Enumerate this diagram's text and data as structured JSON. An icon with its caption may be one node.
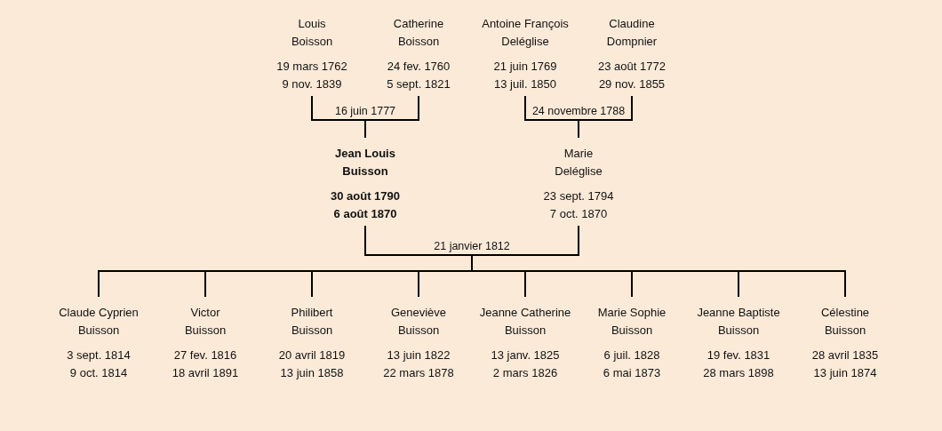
{
  "diagram": {
    "nodes": [
      {
        "text": [
          "Louis Boisson",
          "19 mars 1762",
          "9 nov. 1839"
        ]
      },
      {
        "text": [
          "Catherine Boisson",
          "24 fev. 1760",
          "5 sept. 1821"
        ]
      },
      {
        "text": [
          "Antoine François Deléglise",
          "21 juin 1769",
          "13 juil. 1850"
        ]
      },
      {
        "text": [
          "Claudine Dompnier",
          "23 août 1772",
          "29 nov. 1855"
        ]
      },
      {
        "text": [
          "Jean Louis Buisson",
          "30 août 1790",
          "6 août 1870"
        ]
      },
      {
        "text": [
          "Marie Deléglise",
          "23 sept. 1794",
          "7 oct. 1870"
        ]
      },
      {
        "text": [
          "Claude Cyprien Buisson",
          "3 sept. 1814",
          "9 oct. 1814"
        ]
      },
      {
        "text": [
          "Victor Buisson",
          "27 fev. 1816",
          "18 avril 1891"
        ]
      },
      {
        "text": [
          "Philibert Buisson",
          "20 avril 1819",
          "13 juin 1858"
        ]
      },
      {
        "text": [
          "Geneviève Buisson",
          "13 juin 1822",
          "22 mars 1878"
        ]
      },
      {
        "text": [
          "Jeanne Catherine Buisson",
          "13 janv. 1825",
          "2 mars 1826"
        ]
      },
      {
        "text": [
          "Marie Sophie Buisson",
          "6 juil. 1828",
          "6 mai 1873"
        ]
      },
      {
        "text": [
          "Jeanne Baptiste Buisson",
          "19 fev. 1831",
          "28 mars 1898"
        ]
      },
      {
        "text": [
          "Célestine Buisson",
          "28 avril 1835",
          "13 juin 1874"
        ]
      }
    ],
    "edges": [
      {
        "from": 0,
        "to": 1,
        "arrow": "none",
        "label": "16 juin 1777"
      },
      {
        "from": 0,
        "to": 4,
        "arrow": "none"
      },
      {
        "from": 1,
        "to": 4,
        "arrow": "none"
      },
      {
        "from": 2,
        "to": 3,
        "arrow": "none",
        "label": "24 novembre 1788"
      },
      {
        "from": 2,
        "to": 5,
        "arrow": "none"
      },
      {
        "from": 3,
        "to": 5,
        "arrow": "none"
      },
      {
        "from": 4,
        "to": 5,
        "arrow": "none",
        "label": "21 janvier 1812"
      },
      {
        "from": 4,
        "to": 6,
        "arrow": "none"
      },
      {
        "from": 4,
        "to": 7,
        "arrow": "none"
      },
      {
        "from": 4,
        "to": 8,
        "arrow": "none"
      },
      {
        "from": 4,
        "to": 9,
        "arrow": "none"
      },
      {
        "from": 4,
        "to": 10,
        "arrow": "none"
      },
      {
        "from": 4,
        "to": 11,
        "arrow": "none"
      },
      {
        "from": 4,
        "to": 12,
        "arrow": "none"
      },
      {
        "from": 4,
        "to": 13,
        "arrow": "none"
      },
      {
        "from": 5,
        "to": 6,
        "arrow": "none"
      },
      {
        "from": 5,
        "to": 7,
        "arrow": "none"
      },
      {
        "from": 5,
        "to": 8,
        "arrow": "none"
      },
      {
        "from": 5,
        "to": 9,
        "arrow": "none"
      },
      {
        "from": 5,
        "to": 10,
        "arrow": "none"
      },
      {
        "from": 5,
        "to": 11,
        "arrow": "none"
      },
      {
        "from": 5,
        "to": 12,
        "arrow": "none"
      },
      {
        "from": 5,
        "to": 13,
        "arrow": "none"
      }
    ]
  }
}
